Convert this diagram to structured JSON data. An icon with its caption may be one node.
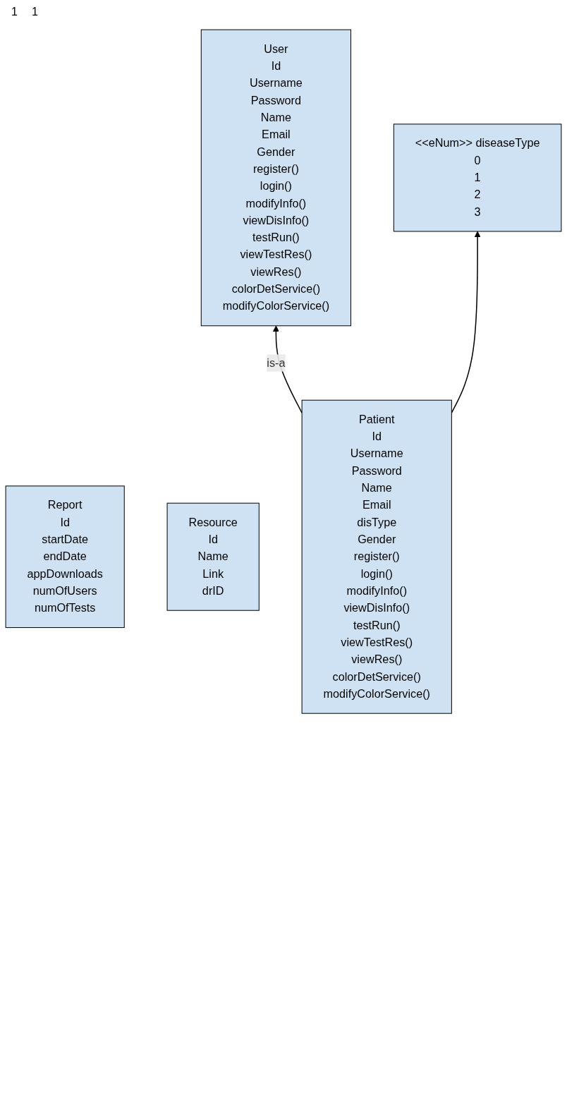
{
  "diagram": {
    "nodes": [
      {
        "text": [
          "User",
          "Id",
          "Username",
          "Password",
          "Name",
          "Email",
          "Gender",
          "register()",
          "login()",
          "modifyInfo()",
          "viewDisInfo()",
          "testRun()",
          "viewTestRes()",
          "viewRes()",
          "colorDetService()",
          "modifyColorService()"
        ]
      },
      {
        "text": [
          "Report",
          "Id",
          "startDate",
          "endDate",
          "appDownloads",
          "numOfUsers",
          "numOfTests"
        ]
      },
      {
        "text": [
          "Resource",
          "Id",
          "Name",
          "Link",
          "drID"
        ]
      },
      {
        "text": [
          "Patient",
          "Id",
          "Username",
          "Password",
          "Name",
          "Email",
          "disType",
          "Gender",
          "register()",
          "login()",
          "modifyInfo()",
          "viewDisInfo()",
          "testRun()",
          "viewTestRes()",
          "viewRes()",
          "colorDetService()",
          "modifyColorService()"
        ]
      },
      {
        "text": [
          "<<eNum>> diseaseType",
          "0",
          "1",
          "2",
          "3"
        ]
      }
    ],
    "edges": [
      {
        "from": 3,
        "to": 0,
        "arrow": "to",
        "label": "is-a"
      },
      {
        "from": 3,
        "to": 4,
        "arrow": "to"
      }
    ],
    "labels": [
      "1",
      "1"
    ]
  }
}
